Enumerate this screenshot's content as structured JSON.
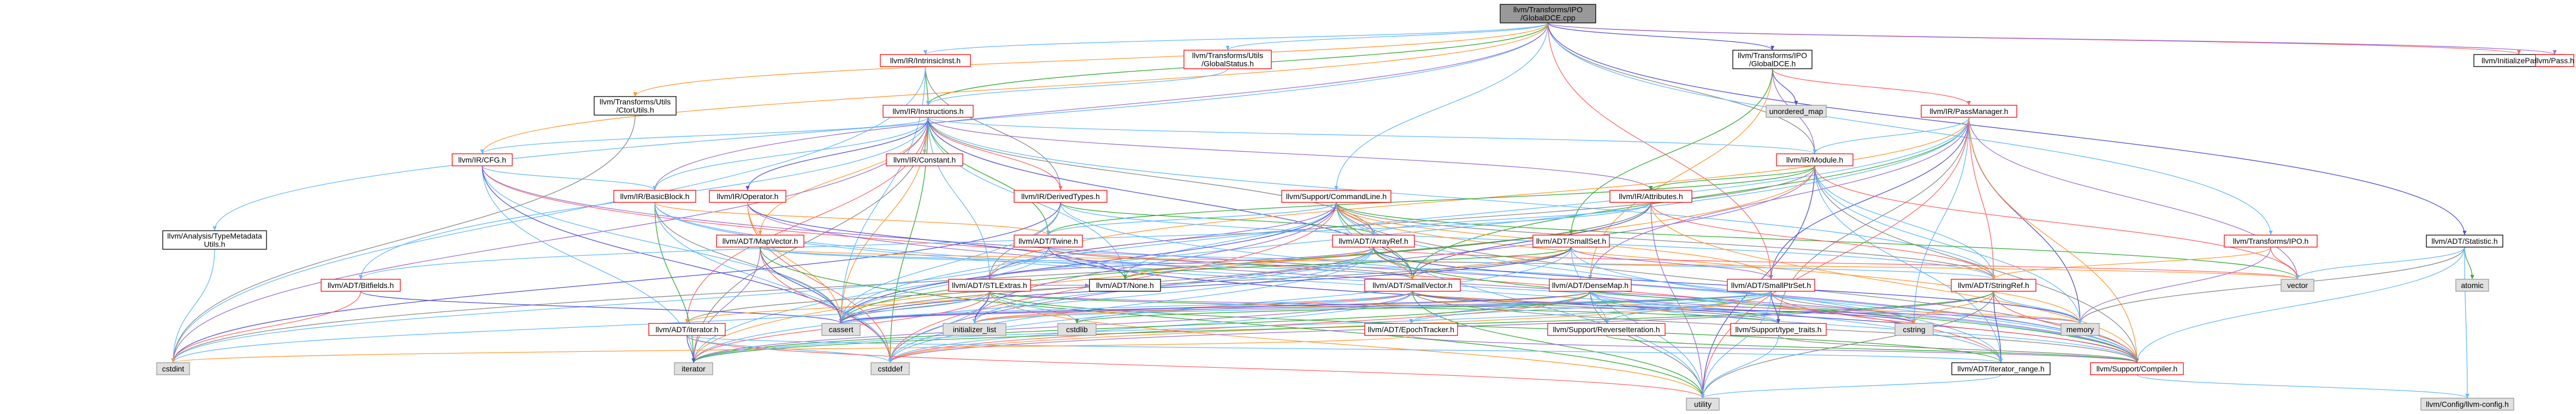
{
  "graph": {
    "root": "llvm/Transforms/IPO/GlobalDCE.cpp",
    "colors": {
      "root_fill": "#999999",
      "node_fill": "#ffffff",
      "external_fill": "#e0e0e0",
      "red_border": "#ff0000",
      "gray_border": "#999999",
      "black_border": "#000000",
      "edge_blue": "#63b8ff",
      "edge_darkblue": "#4d4dd6",
      "edge_red": "#ff6666",
      "edge_purple": "#9b6fd6",
      "edge_orange": "#ff9933",
      "edge_green": "#33aa33",
      "edge_gray": "#888888"
    },
    "nodes": [
      {
        "id": "root",
        "label": [
          "llvm/Transforms/IPO",
          "/GlobalDCE.cpp"
        ],
        "kind": "root"
      },
      {
        "id": "intrinsic",
        "label": [
          "llvm/IR/IntrinsicInst.h"
        ],
        "kind": "red"
      },
      {
        "id": "globalstatus",
        "label": [
          "llvm/Transforms/Utils",
          "/GlobalStatus.h"
        ],
        "kind": "red"
      },
      {
        "id": "globaldceh",
        "label": [
          "llvm/Transforms/IPO",
          "/GlobalDCE.h"
        ],
        "kind": "black"
      },
      {
        "id": "initpasses",
        "label": [
          "llvm/InitializePasses.h"
        ],
        "kind": "black"
      },
      {
        "id": "pass",
        "label": [
          "llvm/Pass.h"
        ],
        "kind": "red"
      },
      {
        "id": "ctorutils",
        "label": [
          "llvm/Transforms/Utils",
          "/CtorUtils.h"
        ],
        "kind": "black"
      },
      {
        "id": "instructions",
        "label": [
          "llvm/IR/Instructions.h"
        ],
        "kind": "red"
      },
      {
        "id": "unordered_map",
        "label": [
          "unordered_map"
        ],
        "kind": "ext"
      },
      {
        "id": "passmanager",
        "label": [
          "llvm/IR/PassManager.h"
        ],
        "kind": "red"
      },
      {
        "id": "irmodule",
        "label": [
          "llvm/IR/Module.h"
        ],
        "kind": "red"
      },
      {
        "id": "cfg",
        "label": [
          "llvm/IR/CFG.h"
        ],
        "kind": "red"
      },
      {
        "id": "constant",
        "label": [
          "llvm/IR/Constant.h"
        ],
        "kind": "red"
      },
      {
        "id": "basicblock",
        "label": [
          "llvm/IR/BasicBlock.h"
        ],
        "kind": "red"
      },
      {
        "id": "operator",
        "label": [
          "llvm/IR/Operator.h"
        ],
        "kind": "red"
      },
      {
        "id": "derivedtypes",
        "label": [
          "llvm/IR/DerivedTypes.h"
        ],
        "kind": "red"
      },
      {
        "id": "commandline",
        "label": [
          "llvm/Support/CommandLine.h"
        ],
        "kind": "red"
      },
      {
        "id": "attributes",
        "label": [
          "llvm/IR/Attributes.h"
        ],
        "kind": "red"
      },
      {
        "id": "typemetadata",
        "label": [
          "llvm/Analysis/TypeMetadata",
          "Utils.h"
        ],
        "kind": "black"
      },
      {
        "id": "mapvector",
        "label": [
          "llvm/ADT/MapVector.h"
        ],
        "kind": "red"
      },
      {
        "id": "twine",
        "label": [
          "llvm/ADT/Twine.h"
        ],
        "kind": "red"
      },
      {
        "id": "arrayref",
        "label": [
          "llvm/ADT/ArrayRef.h"
        ],
        "kind": "red"
      },
      {
        "id": "smallset",
        "label": [
          "llvm/ADT/SmallSet.h"
        ],
        "kind": "red"
      },
      {
        "id": "transformsipo",
        "label": [
          "llvm/Transforms/IPO.h"
        ],
        "kind": "red"
      },
      {
        "id": "statistic",
        "label": [
          "llvm/ADT/Statistic.h"
        ],
        "kind": "black"
      },
      {
        "id": "bitfields",
        "label": [
          "llvm/ADT/Bitfields.h"
        ],
        "kind": "red"
      },
      {
        "id": "stlextras",
        "label": [
          "llvm/ADT/STLExtras.h"
        ],
        "kind": "red"
      },
      {
        "id": "none",
        "label": [
          "llvm/ADT/None.h"
        ],
        "kind": "black"
      },
      {
        "id": "smallvector",
        "label": [
          "llvm/ADT/SmallVector.h"
        ],
        "kind": "red"
      },
      {
        "id": "densemap",
        "label": [
          "llvm/ADT/DenseMap.h"
        ],
        "kind": "red"
      },
      {
        "id": "smallptrset",
        "label": [
          "llvm/ADT/SmallPtrSet.h"
        ],
        "kind": "red"
      },
      {
        "id": "stringref",
        "label": [
          "llvm/ADT/StringRef.h"
        ],
        "kind": "red"
      },
      {
        "id": "vector",
        "label": [
          "vector"
        ],
        "kind": "ext"
      },
      {
        "id": "atomic",
        "label": [
          "atomic"
        ],
        "kind": "ext"
      },
      {
        "id": "iterator_h",
        "label": [
          "llvm/ADT/iterator.h"
        ],
        "kind": "red"
      },
      {
        "id": "initlist",
        "label": [
          "initializer_list"
        ],
        "kind": "ext"
      },
      {
        "id": "cstdlib",
        "label": [
          "cstdlib"
        ],
        "kind": "ext"
      },
      {
        "id": "epoch",
        "label": [
          "llvm/ADT/EpochTracker.h"
        ],
        "kind": "red"
      },
      {
        "id": "reverseiter",
        "label": [
          "llvm/Support/ReverseIteration.h"
        ],
        "kind": "red"
      },
      {
        "id": "typetraits",
        "label": [
          "llvm/Support/type_traits.h"
        ],
        "kind": "red"
      },
      {
        "id": "cstring",
        "label": [
          "cstring"
        ],
        "kind": "ext"
      },
      {
        "id": "memory",
        "label": [
          "memory"
        ],
        "kind": "ext"
      },
      {
        "id": "cassert",
        "label": [
          "cassert"
        ],
        "kind": "ext"
      },
      {
        "id": "cstddef",
        "label": [
          "cstddef"
        ],
        "kind": "ext"
      },
      {
        "id": "iterator",
        "label": [
          "iterator"
        ],
        "kind": "ext"
      },
      {
        "id": "cstdint",
        "label": [
          "cstdint"
        ],
        "kind": "ext"
      },
      {
        "id": "iterrange",
        "label": [
          "llvm/ADT/iterator_range.h"
        ],
        "kind": "black"
      },
      {
        "id": "compiler",
        "label": [
          "llvm/Support/Compiler.h"
        ],
        "kind": "red"
      },
      {
        "id": "utility",
        "label": [
          "utility"
        ],
        "kind": "ext"
      },
      {
        "id": "llvmconfig",
        "label": [
          "llvm/Config/llvm-config.h"
        ],
        "kind": "ext"
      }
    ],
    "edges": [
      [
        "root",
        "intrinsic"
      ],
      [
        "root",
        "globalstatus"
      ],
      [
        "root",
        "globaldceh"
      ],
      [
        "root",
        "initpasses"
      ],
      [
        "root",
        "pass"
      ],
      [
        "root",
        "ctorutils"
      ],
      [
        "root",
        "instructions"
      ],
      [
        "root",
        "irmodule"
      ],
      [
        "root",
        "typemetadata"
      ],
      [
        "root",
        "commandline"
      ],
      [
        "root",
        "transformsipo"
      ],
      [
        "root",
        "statistic"
      ],
      [
        "root",
        "smallptrset"
      ],
      [
        "root",
        "basicblock"
      ],
      [
        "root",
        "cfg"
      ],
      [
        "intrinsic",
        "instructions"
      ],
      [
        "intrinsic",
        "derivedtypes"
      ],
      [
        "intrinsic",
        "cstdint"
      ],
      [
        "intrinsic",
        "cassert"
      ],
      [
        "globalstatus",
        "instructions"
      ],
      [
        "globaldceh",
        "unordered_map"
      ],
      [
        "globaldceh",
        "passmanager"
      ],
      [
        "globaldceh",
        "irmodule"
      ],
      [
        "globaldceh",
        "densemap"
      ],
      [
        "globaldceh",
        "smallset"
      ],
      [
        "ctorutils",
        "cstdint"
      ],
      [
        "instructions",
        "cfg"
      ],
      [
        "instructions",
        "constant"
      ],
      [
        "instructions",
        "basicblock"
      ],
      [
        "instructions",
        "operator"
      ],
      [
        "instructions",
        "derivedtypes"
      ],
      [
        "instructions",
        "attributes"
      ],
      [
        "instructions",
        "mapvector"
      ],
      [
        "instructions",
        "twine"
      ],
      [
        "instructions",
        "arrayref"
      ],
      [
        "instructions",
        "bitfields"
      ],
      [
        "instructions",
        "stlextras"
      ],
      [
        "instructions",
        "none"
      ],
      [
        "instructions",
        "smallvector"
      ],
      [
        "instructions",
        "iterator_h"
      ],
      [
        "instructions",
        "cstdint"
      ],
      [
        "instructions",
        "cassert"
      ],
      [
        "instructions",
        "cstddef"
      ],
      [
        "instructions",
        "iterator"
      ],
      [
        "instructions",
        "stringref"
      ],
      [
        "instructions",
        "irmodule"
      ],
      [
        "passmanager",
        "irmodule"
      ],
      [
        "passmanager",
        "smallptrset"
      ],
      [
        "passmanager",
        "stringref"
      ],
      [
        "passmanager",
        "densemap"
      ],
      [
        "passmanager",
        "stlextras"
      ],
      [
        "passmanager",
        "smallvector"
      ],
      [
        "passmanager",
        "typetraits"
      ],
      [
        "passmanager",
        "cassert"
      ],
      [
        "passmanager",
        "cstring"
      ],
      [
        "passmanager",
        "iterator"
      ],
      [
        "passmanager",
        "memory"
      ],
      [
        "passmanager",
        "utility"
      ],
      [
        "passmanager",
        "vector"
      ],
      [
        "passmanager",
        "compiler"
      ],
      [
        "irmodule",
        "attributes"
      ],
      [
        "irmodule",
        "stlextras"
      ],
      [
        "irmodule",
        "stringref"
      ],
      [
        "irmodule",
        "iterrange"
      ],
      [
        "irmodule",
        "memory"
      ],
      [
        "irmodule",
        "utility"
      ],
      [
        "irmodule",
        "vector"
      ],
      [
        "irmodule",
        "cstddef"
      ],
      [
        "irmodule",
        "iterator"
      ],
      [
        "irmodule",
        "twine"
      ],
      [
        "irmodule",
        "compiler"
      ],
      [
        "cfg",
        "basicblock"
      ],
      [
        "cfg",
        "iterator"
      ],
      [
        "cfg",
        "cassert"
      ],
      [
        "cfg",
        "cstddef"
      ],
      [
        "cfg",
        "iterrange"
      ],
      [
        "cfg",
        "compiler"
      ],
      [
        "basicblock",
        "twine"
      ],
      [
        "basicblock",
        "iterator"
      ],
      [
        "basicblock",
        "cassert"
      ],
      [
        "basicblock",
        "cstddef"
      ],
      [
        "basicblock",
        "iterrange"
      ],
      [
        "basicblock",
        "compiler"
      ],
      [
        "operator",
        "none"
      ],
      [
        "operator",
        "cstddef"
      ],
      [
        "operator",
        "compiler"
      ],
      [
        "operator",
        "cassert"
      ],
      [
        "derivedtypes",
        "arrayref"
      ],
      [
        "derivedtypes",
        "stlextras"
      ],
      [
        "derivedtypes",
        "stringref"
      ],
      [
        "derivedtypes",
        "compiler"
      ],
      [
        "derivedtypes",
        "cassert"
      ],
      [
        "derivedtypes",
        "cstdint"
      ],
      [
        "commandline",
        "arrayref"
      ],
      [
        "commandline",
        "stlextras"
      ],
      [
        "commandline",
        "smallptrset"
      ],
      [
        "commandline",
        "smallvector"
      ],
      [
        "commandline",
        "stringref"
      ],
      [
        "commandline",
        "twine"
      ],
      [
        "commandline",
        "iterrange"
      ],
      [
        "commandline",
        "none"
      ],
      [
        "commandline",
        "cassert"
      ],
      [
        "commandline",
        "cstddef"
      ],
      [
        "commandline",
        "initlist"
      ],
      [
        "commandline",
        "memory"
      ],
      [
        "commandline",
        "vector"
      ],
      [
        "commandline",
        "compiler"
      ],
      [
        "commandline",
        "utility"
      ],
      [
        "attributes",
        "arrayref"
      ],
      [
        "attributes",
        "bitfields"
      ],
      [
        "attributes",
        "smallvector"
      ],
      [
        "attributes",
        "stringref"
      ],
      [
        "attributes",
        "utility"
      ],
      [
        "attributes",
        "compiler"
      ],
      [
        "attributes",
        "cassert"
      ],
      [
        "attributes",
        "cstdint"
      ],
      [
        "typemetadata",
        "cstdint"
      ],
      [
        "mapvector",
        "densemap"
      ],
      [
        "mapvector",
        "smallvector"
      ],
      [
        "mapvector",
        "cassert"
      ],
      [
        "mapvector",
        "cstddef"
      ],
      [
        "mapvector",
        "iterator"
      ],
      [
        "mapvector",
        "vector"
      ],
      [
        "mapvector",
        "utility"
      ],
      [
        "twine",
        "smallvector"
      ],
      [
        "twine",
        "stringref"
      ],
      [
        "twine",
        "cassert"
      ],
      [
        "twine",
        "cstdint"
      ],
      [
        "twine",
        "compiler"
      ],
      [
        "arrayref",
        "smallvector"
      ],
      [
        "arrayref",
        "stlextras"
      ],
      [
        "arrayref",
        "none"
      ],
      [
        "arrayref",
        "compiler"
      ],
      [
        "arrayref",
        "cassert"
      ],
      [
        "arrayref",
        "cstddef"
      ],
      [
        "arrayref",
        "initlist"
      ],
      [
        "arrayref",
        "iterator"
      ],
      [
        "arrayref",
        "memory"
      ],
      [
        "arrayref",
        "vector"
      ],
      [
        "smallset",
        "smallptrset"
      ],
      [
        "smallset",
        "smallvector"
      ],
      [
        "smallset",
        "none"
      ],
      [
        "smallset",
        "iterator_h"
      ],
      [
        "smallset",
        "compiler"
      ],
      [
        "smallset",
        "cstddef"
      ],
      [
        "smallset",
        "utility"
      ],
      [
        "smallset",
        "cassert"
      ],
      [
        "transformsipo",
        "vector"
      ],
      [
        "transformsipo",
        "memory"
      ],
      [
        "transformsipo",
        "stringref"
      ],
      [
        "statistic",
        "atomic"
      ],
      [
        "statistic",
        "memory"
      ],
      [
        "statistic",
        "vector"
      ],
      [
        "statistic",
        "compiler"
      ],
      [
        "statistic",
        "llvmconfig"
      ],
      [
        "bitfields",
        "cassert"
      ],
      [
        "bitfields",
        "cstdint"
      ],
      [
        "stlextras",
        "none"
      ],
      [
        "stlextras",
        "iterator_h"
      ],
      [
        "stlextras",
        "iterrange"
      ],
      [
        "stlextras",
        "cassert"
      ],
      [
        "stlextras",
        "cstddef"
      ],
      [
        "stlextras",
        "cstdint"
      ],
      [
        "stlextras",
        "cstdlib"
      ],
      [
        "stlextras",
        "initlist"
      ],
      [
        "stlextras",
        "iterator"
      ],
      [
        "stlextras",
        "memory"
      ],
      [
        "stlextras",
        "utility"
      ],
      [
        "stlextras",
        "typetraits"
      ],
      [
        "smallvector",
        "compiler"
      ],
      [
        "smallvector",
        "cassert"
      ],
      [
        "smallvector",
        "cstddef"
      ],
      [
        "smallvector",
        "cstdlib"
      ],
      [
        "smallvector",
        "cstring"
      ],
      [
        "smallvector",
        "initlist"
      ],
      [
        "smallvector",
        "iterator"
      ],
      [
        "smallvector",
        "memory"
      ],
      [
        "smallvector",
        "utility"
      ],
      [
        "smallvector",
        "typetraits"
      ],
      [
        "densemap",
        "epoch"
      ],
      [
        "densemap",
        "reverseiter"
      ],
      [
        "densemap",
        "typetraits"
      ],
      [
        "densemap",
        "cassert"
      ],
      [
        "densemap",
        "cstddef"
      ],
      [
        "densemap",
        "cstring"
      ],
      [
        "densemap",
        "initlist"
      ],
      [
        "densemap",
        "iterator"
      ],
      [
        "densemap",
        "utility"
      ],
      [
        "densemap",
        "compiler"
      ],
      [
        "smallptrset",
        "epoch"
      ],
      [
        "smallptrset",
        "reverseiter"
      ],
      [
        "smallptrset",
        "typetraits"
      ],
      [
        "smallptrset",
        "compiler"
      ],
      [
        "smallptrset",
        "cassert"
      ],
      [
        "smallptrset",
        "cstddef"
      ],
      [
        "smallptrset",
        "cstdlib"
      ],
      [
        "smallptrset",
        "cstring"
      ],
      [
        "smallptrset",
        "initlist"
      ],
      [
        "smallptrset",
        "iterator"
      ],
      [
        "smallptrset",
        "utility"
      ],
      [
        "stringref",
        "iterrange"
      ],
      [
        "stringref",
        "compiler"
      ],
      [
        "stringref",
        "cstddef"
      ],
      [
        "stringref",
        "cstring"
      ],
      [
        "stringref",
        "iterator"
      ],
      [
        "stringref",
        "utility"
      ],
      [
        "stringref",
        "memory"
      ],
      [
        "iterator_h",
        "iterrange"
      ],
      [
        "iterator_h",
        "cstddef"
      ],
      [
        "iterator_h",
        "iterator"
      ],
      [
        "iterator_h",
        "utility"
      ],
      [
        "epoch",
        "compiler"
      ],
      [
        "epoch",
        "cstdint"
      ],
      [
        "reverseiter",
        "compiler"
      ],
      [
        "typetraits",
        "compiler"
      ],
      [
        "typetraits",
        "utility"
      ],
      [
        "iterrange",
        "utility"
      ],
      [
        "compiler",
        "llvmconfig"
      ]
    ]
  }
}
